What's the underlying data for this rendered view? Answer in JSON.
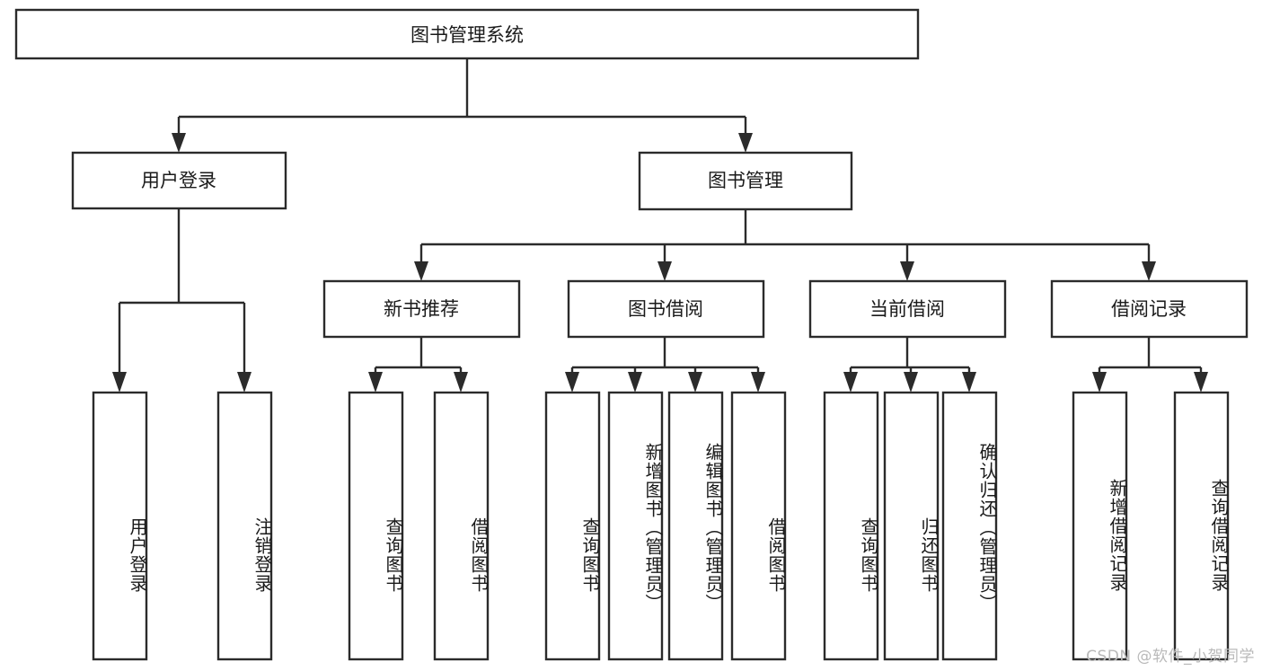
{
  "diagram": {
    "title": "图书管理系统",
    "type": "tree-hierarchy-chart",
    "orientation": "top-down",
    "colors": {
      "box_stroke": "#2b2b2b",
      "box_fill": "#ffffff",
      "connector": "#2b2b2b",
      "text": "#1a1a1a",
      "watermark": "#b9b9b9",
      "background": "#ffffff"
    },
    "root": {
      "label": "图书管理系统"
    },
    "level1": [
      {
        "label": "用户登录"
      },
      {
        "label": "图书管理"
      }
    ],
    "level2": [
      {
        "label": "新书推荐"
      },
      {
        "label": "图书借阅"
      },
      {
        "label": "当前借阅"
      },
      {
        "label": "借阅记录"
      }
    ],
    "leaves": {
      "user_login": [
        {
          "label": "用户登录"
        },
        {
          "label": "注销登录"
        }
      ],
      "new_book_recommend": [
        {
          "label": "查询图书"
        },
        {
          "label": "借阅图书"
        }
      ],
      "book_borrow": [
        {
          "label": "查询图书"
        },
        {
          "label": "新增图书（管理员）"
        },
        {
          "label": "编辑图书（管理员）"
        },
        {
          "label": "借阅图书"
        }
      ],
      "current_borrow": [
        {
          "label": "查询图书"
        },
        {
          "label": "归还图书"
        },
        {
          "label": "确认归还（管理员）"
        }
      ],
      "borrow_record": [
        {
          "label": "新增借阅记录"
        },
        {
          "label": "查询借阅记录"
        }
      ]
    }
  },
  "watermark": {
    "text": "CSDN @软件_小贺同学"
  }
}
